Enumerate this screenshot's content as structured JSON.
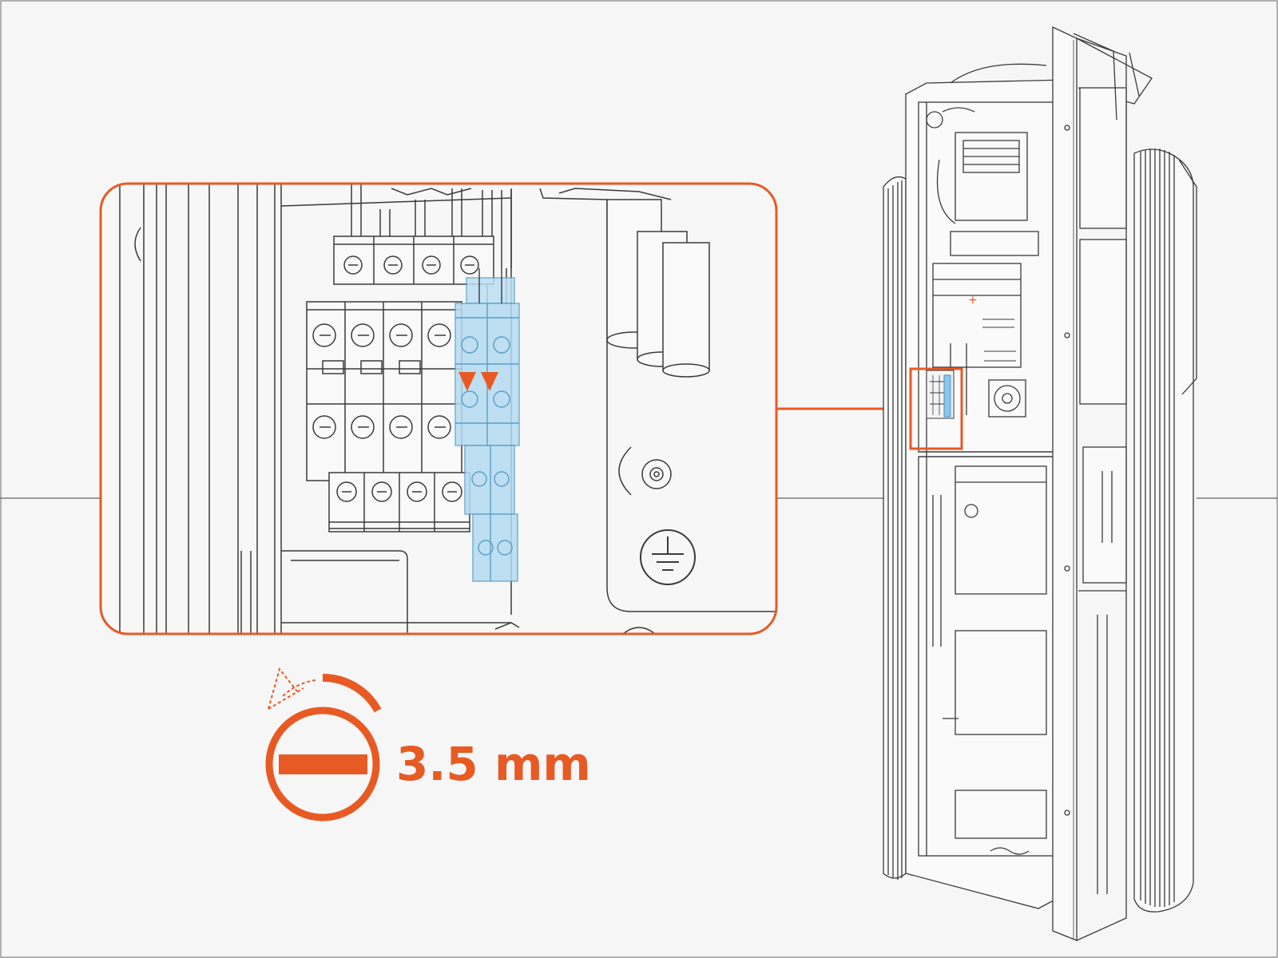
{
  "figure": {
    "type": "installation-step-illustration",
    "accent_color": "#e85a24",
    "highlight_color": "#7fc3ea",
    "line_color": "#3a3a3a"
  },
  "tool": {
    "icon": "flat-screwdriver-icon",
    "size_label": "3.5 mm",
    "action_icon": "rotate-counterclockwise-icon"
  },
  "detail_view": {
    "highlighted_part": "terminal-block",
    "markers": 2,
    "marker_icon": "down-arrow-icon"
  },
  "overview": {
    "subject": "charging-station-open-cabinet"
  }
}
